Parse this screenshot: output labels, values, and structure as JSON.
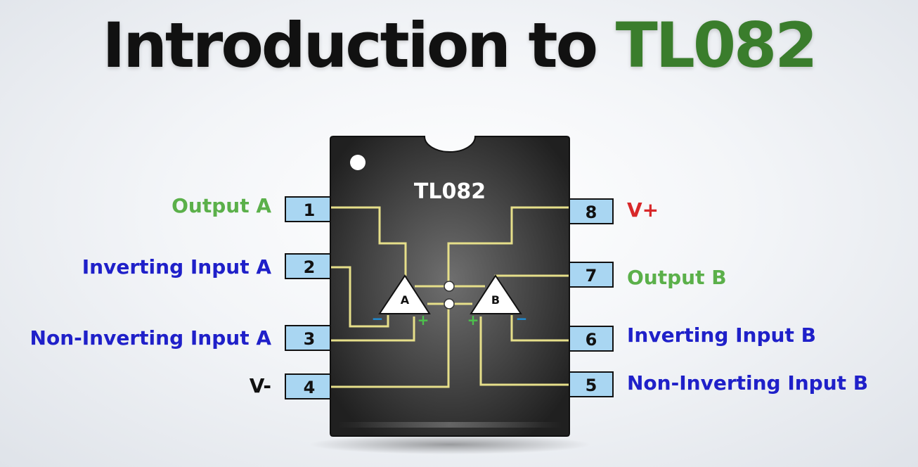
{
  "title": {
    "prefix": "Introduction to ",
    "highlight": "TL082"
  },
  "chip": {
    "name": "TL082"
  },
  "amplifiers": [
    {
      "label": "A",
      "minus": "−",
      "plus": "+"
    },
    {
      "label": "B",
      "minus": "−",
      "plus": "+"
    }
  ],
  "pins": [
    {
      "number": "1",
      "label": "Output A",
      "color": "#5bb04a"
    },
    {
      "number": "2",
      "label": "Inverting Input A",
      "color": "#1f20c9"
    },
    {
      "number": "3",
      "label": "Non-Inverting Input A",
      "color": "#1f20c9"
    },
    {
      "number": "4",
      "label": "V-",
      "color": "#111111"
    },
    {
      "number": "5",
      "label": "Non-Inverting Input B",
      "color": "#1f20c9"
    },
    {
      "number": "6",
      "label": "Inverting Input B",
      "color": "#1f20c9"
    },
    {
      "number": "7",
      "label": "Output B",
      "color": "#5bb04a"
    },
    {
      "number": "8",
      "label": "V+",
      "color": "#d8282a"
    }
  ],
  "colors": {
    "trace": "#e6df8a",
    "pin_fill": "#a9d6f2",
    "chip_body": "#3a3a3a",
    "green_signs": "#4cc14c",
    "blue_signs": "#1f8fd8"
  }
}
